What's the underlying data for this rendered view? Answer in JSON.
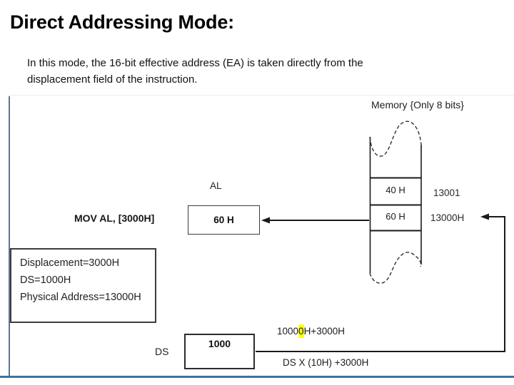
{
  "title": "Direct Addressing Mode:",
  "body": {
    "line1": "In this mode, the 16-bit effective address (EA) is taken directly from the",
    "line2": "displacement field of the instruction."
  },
  "diagram": {
    "memory_label": "Memory {Only 8 bits}",
    "memory_cells": [
      {
        "value": "40 H",
        "address": "13001"
      },
      {
        "value": "60 H",
        "address": "13000H"
      }
    ],
    "al_label": "AL",
    "al_box_value": "60 H",
    "instruction": "MOV AL, [3000H]",
    "info_box": {
      "displacement": "Displacement=3000H",
      "ds": "DS=1000H",
      "physical_address": "Physical Address=13000H"
    },
    "ds_label": "DS",
    "ds_box_value": "1000",
    "calc": {
      "top_pre": "1000",
      "top_highlighted": "0",
      "top_post": "H+3000H",
      "bottom": "DS X (10H) +3000H"
    }
  },
  "colors": {
    "accent_blue": "#41719C",
    "highlight_yellow": "#FFFF00"
  }
}
